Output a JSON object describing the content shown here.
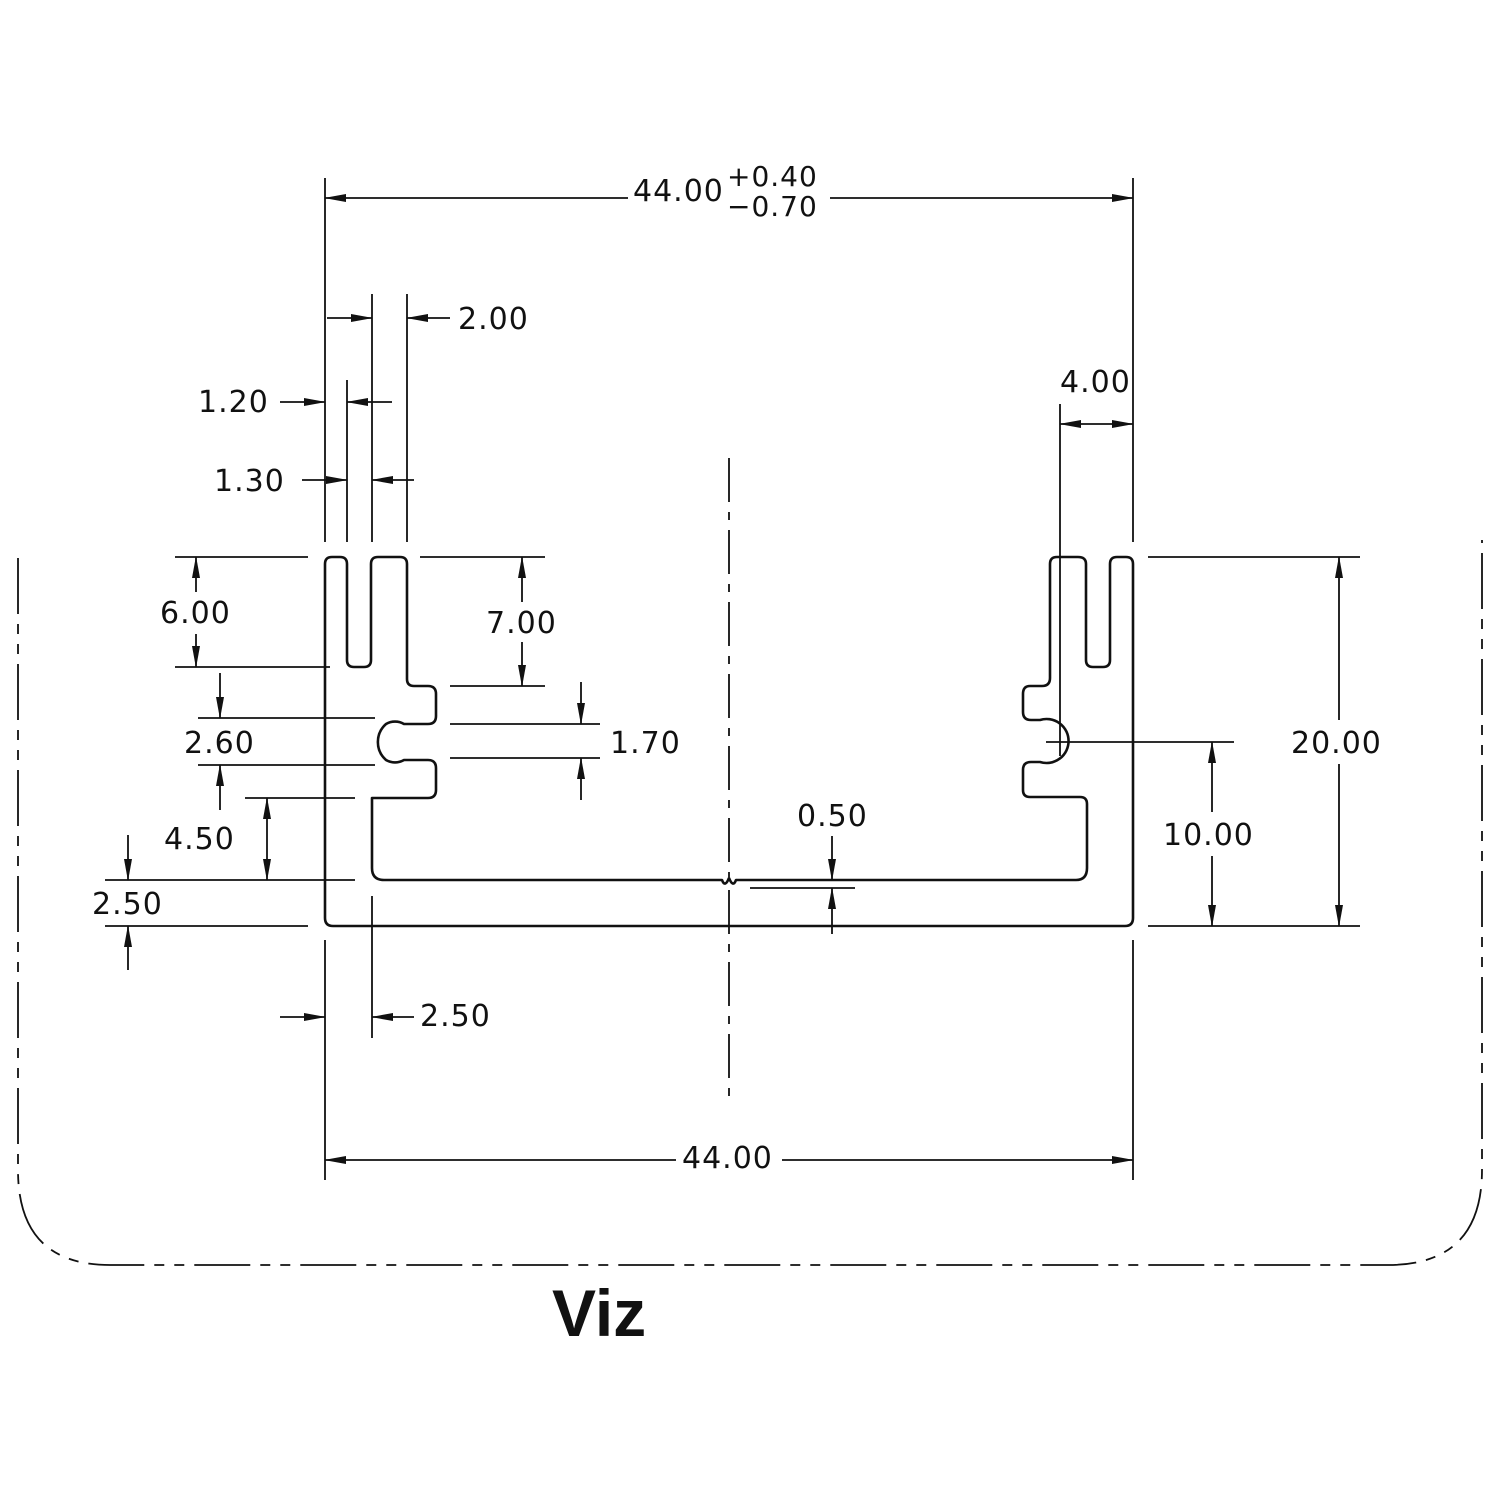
{
  "view_label": "Viz",
  "dimensions": {
    "overall_top": "44.00",
    "tol_plus": "+0.40",
    "tol_minus": "−0.70",
    "overall_bottom": "44.00",
    "slot_offset": "2.00",
    "slot_width": "1.20",
    "tooth_width": "1.30",
    "right_hole_offset": "4.00",
    "slot_depth_6": "6.00",
    "slot_depth_7": "7.00",
    "notch_span": "2.60",
    "hole_dia": "1.70",
    "step_height": "4.50",
    "base_thickness": "2.50",
    "groove_depth": "0.50",
    "hole_height": "10.00",
    "overall_height": "20.00",
    "wall_thickness": "2.50"
  }
}
